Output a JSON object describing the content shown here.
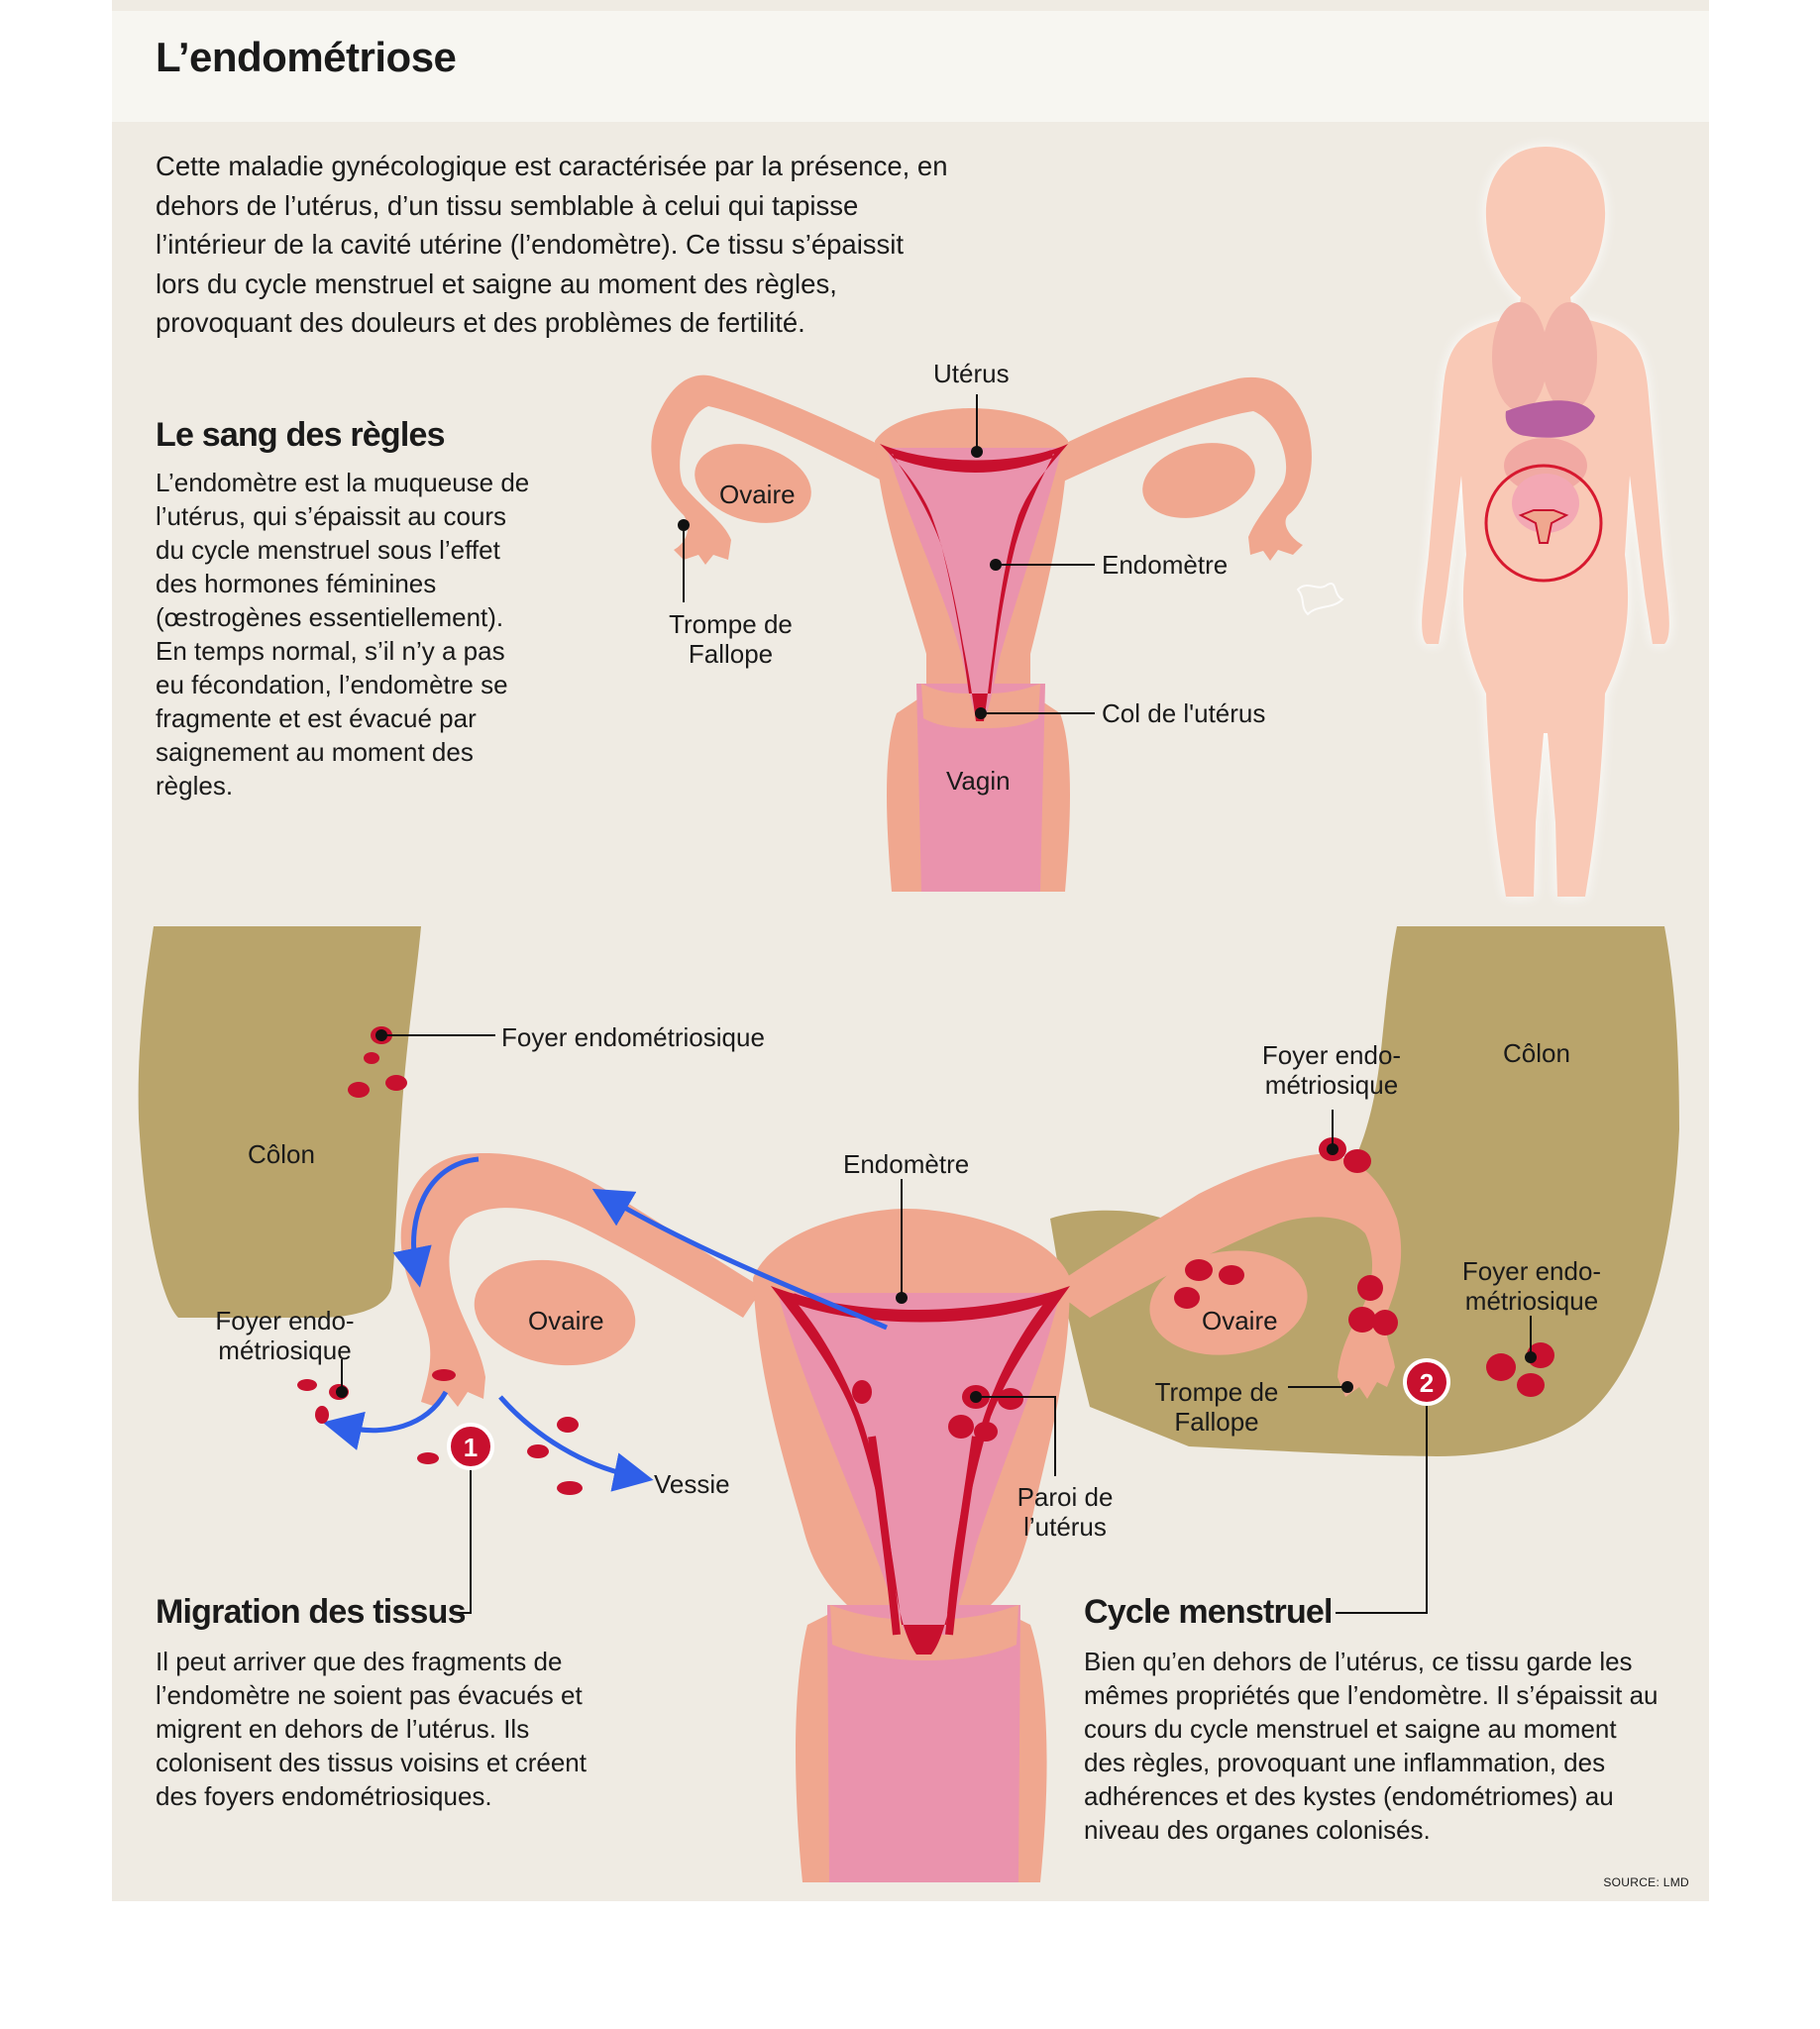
{
  "title": "L’endométriose",
  "intro": "Cette maladie gynécologique est caractérisée par la présence, en dehors de l’utérus, d’un tissu semblable à celui qui tapisse l’intérieur de la cavité utérine (l’endomètre). Ce tissu s’épaissit lors du cycle menstruel et saigne au moment des règles, provoquant des douleurs et des problèmes de fertilité.",
  "section_regles": {
    "heading": "Le sang des règles",
    "text": "L’endomètre est la muqueuse de l’utérus, qui s’épaissit au cours du cycle menstruel sous l’effet des hormones féminines (œstrogènes essentiellement). En temps normal, s’il n’y a pas eu fécondation, l’endomètre se fragmente et est évacué par saignement au moment des règles."
  },
  "top_labels": {
    "uterus": "Utérus",
    "ovaire": "Ovaire",
    "endometre": "Endomètre",
    "trompe": "Trompe de Fallope",
    "col": "Col de l'utérus",
    "vagin": "Vagin"
  },
  "bottom_labels": {
    "foyer_top_left": "Foyer endométriosique",
    "colon_left": "Côlon",
    "colon_right": "Côlon",
    "endometre": "Endomètre",
    "foyer_top_right": "Foyer endo-métriosique",
    "ovaire_left": "Ovaire",
    "ovaire_right": "Ovaire",
    "foyer_left": "Foyer endo-métriosique",
    "foyer_right": "Foyer endo-métriosique",
    "trompe": "Trompe de Fallope",
    "vessie": "Vessie",
    "paroi": "Paroi de l’utérus",
    "marker1": "1",
    "marker2": "2"
  },
  "section_migration": {
    "heading": "Migration des tissus",
    "text": "Il peut arriver que des fragments de l’endomètre ne soient pas évacués et migrent en dehors de l’utérus. Ils colonisent des tissus voisins et créent des foyers endométriosiques."
  },
  "section_cycle": {
    "heading": "Cycle menstruel",
    "text": "Bien qu’en dehors de l’utérus, ce tissu garde les mêmes propriétés que l’endomètre. Il s’épaissit au cours du cycle menstruel et saigne au moment des règles, provoquant une inflammation, des adhérences et des kystes (endométriomes) au niveau des organes colonisés."
  },
  "source": "SOURCE: LMD",
  "colors": {
    "background": "#efebe3",
    "tissue": "#f0a78f",
    "cavity": "#ea93ad",
    "endometrium": "#c8102e",
    "colon": "#b9a46b",
    "arrow": "#2f5fe8",
    "body_silhouette": "#f9c9b6"
  }
}
